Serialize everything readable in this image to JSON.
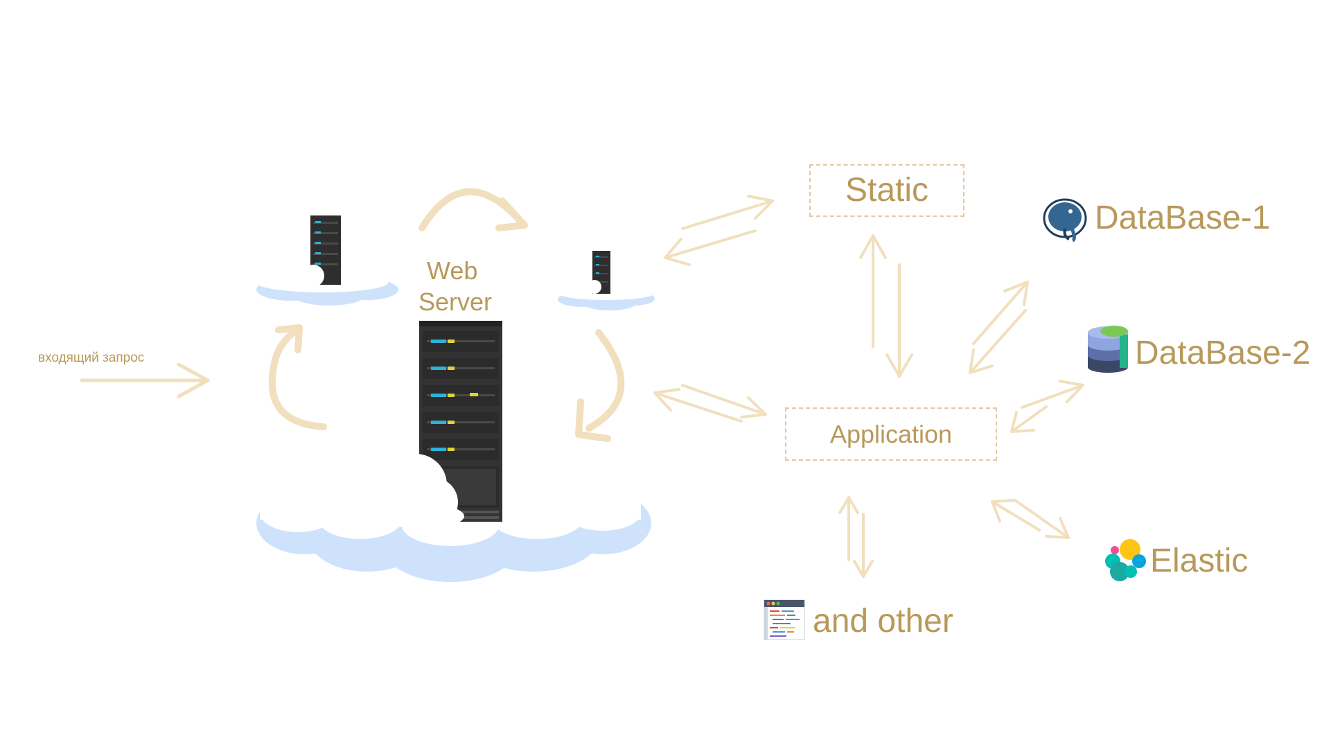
{
  "incoming_label": "входящий запрос",
  "web_server": {
    "line1": "Web",
    "line2": "Server"
  },
  "nodes": {
    "static": "Static",
    "application": "Application",
    "database1": "DataBase-1",
    "database2": "DataBase-2",
    "elastic": "Elastic",
    "other": "and other"
  },
  "icons": {
    "database1": "postgresql-elephant-icon",
    "database2": "database-stack-icon",
    "elastic": "elastic-logo-icon",
    "other": "code-editor-icon"
  },
  "colors": {
    "text": "#b8995a",
    "arrow": "#f1dfbd",
    "box_border": "#e2c7a4",
    "cloud": "#cfe2fb",
    "server_body": "#333333",
    "led_blue": "#2bb3d8",
    "led_yellow": "#e0d23a"
  }
}
